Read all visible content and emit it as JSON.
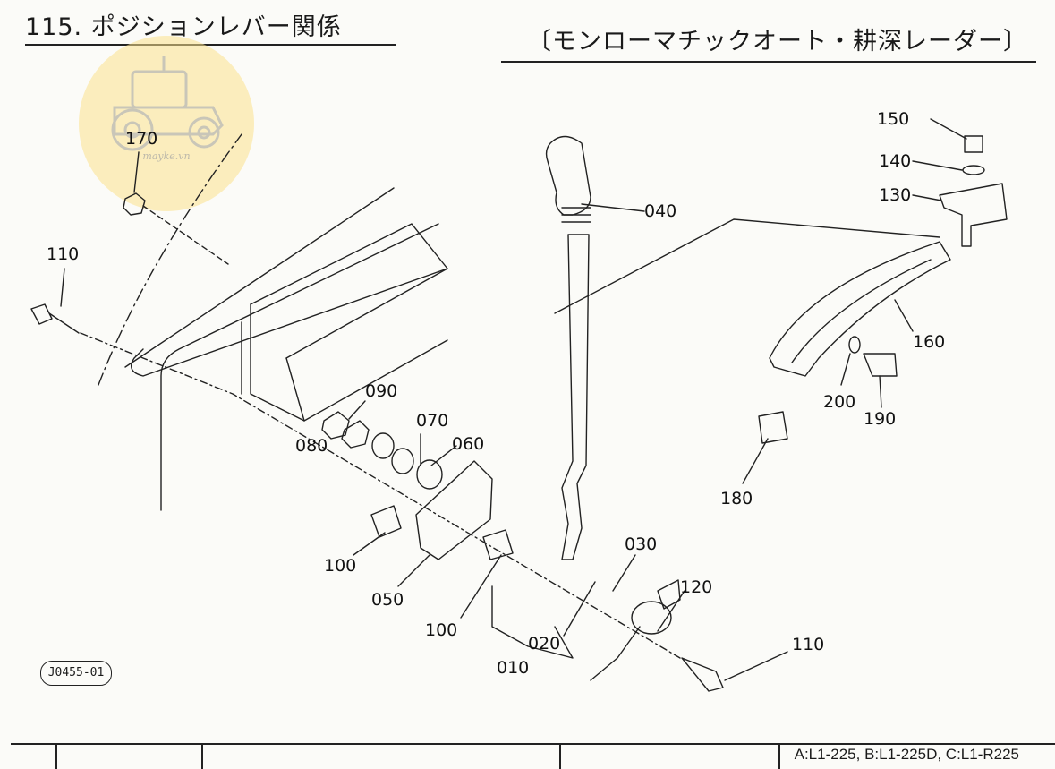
{
  "header": {
    "title_left": "115. ポジションレバー関係",
    "title_right": "〔モンローマチックオート・耕深レーダー〕"
  },
  "watermark": {
    "site": "mayke.vn"
  },
  "callouts": {
    "c170": "170",
    "c110a": "110",
    "c090": "090",
    "c080": "080",
    "c070": "070",
    "c060": "060",
    "c100a": "100",
    "c050": "050",
    "c100b": "100",
    "c040": "040",
    "c030": "030",
    "c020": "020",
    "c010": "010",
    "c120": "120",
    "c110b": "110",
    "c150": "150",
    "c140": "140",
    "c130": "130",
    "c160": "160",
    "c200": "200",
    "c190": "190",
    "c180": "180"
  },
  "footer": {
    "drawing_code": "J0455-01",
    "model_note": "A:L1-225, B:L1-225D, C:L1-R225"
  }
}
